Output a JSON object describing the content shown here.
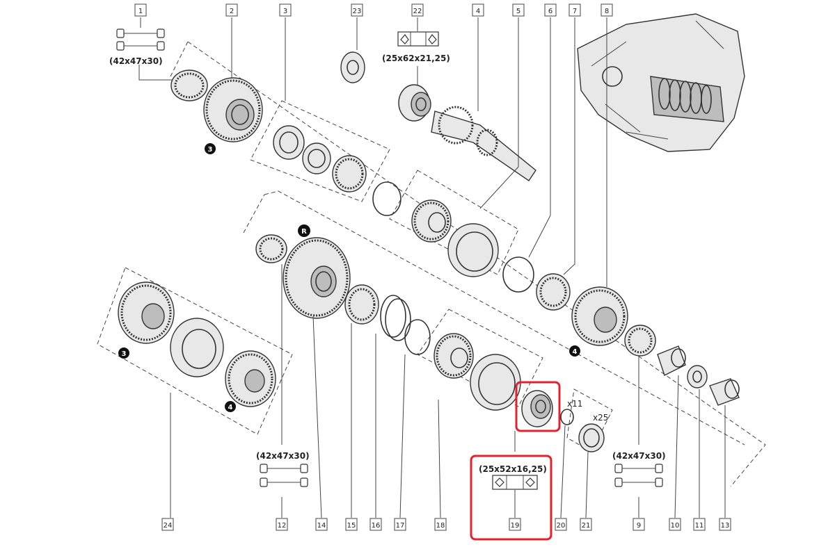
{
  "callouts": [
    {
      "id": "c1",
      "label": "1"
    },
    {
      "id": "c2",
      "label": "2"
    },
    {
      "id": "c3",
      "label": "3"
    },
    {
      "id": "c23",
      "label": "23"
    },
    {
      "id": "c22",
      "label": "22"
    },
    {
      "id": "c4",
      "label": "4"
    },
    {
      "id": "c5",
      "label": "5"
    },
    {
      "id": "c6",
      "label": "6"
    },
    {
      "id": "c7",
      "label": "7"
    },
    {
      "id": "c8",
      "label": "8"
    },
    {
      "id": "c24",
      "label": "24"
    },
    {
      "id": "c12",
      "label": "12"
    },
    {
      "id": "c14",
      "label": "14"
    },
    {
      "id": "c15",
      "label": "15"
    },
    {
      "id": "c16",
      "label": "16"
    },
    {
      "id": "c17",
      "label": "17"
    },
    {
      "id": "c18",
      "label": "18"
    },
    {
      "id": "c19",
      "label": "19"
    },
    {
      "id": "c20",
      "label": "20"
    },
    {
      "id": "c21",
      "label": "21"
    },
    {
      "id": "c9",
      "label": "9"
    },
    {
      "id": "c10",
      "label": "10"
    },
    {
      "id": "c11",
      "label": "11"
    },
    {
      "id": "c13",
      "label": "13"
    }
  ],
  "dimensions": {
    "needle_bearing_top": "(42x47x30)",
    "bearing_22": "(25x62x21,25)",
    "needle_bearing_12": "(42x47x30)",
    "bearing_19": "(25x52x16,25)",
    "needle_bearing_9": "(42x47x30)"
  },
  "quantities": {
    "q20": "x11",
    "q21": "x25"
  },
  "gear_badges": {
    "g3_top": "3",
    "g3_left": "3",
    "g4_left": "4",
    "g4_right": "4",
    "reverse": "R"
  },
  "icons": {
    "needle_bearing": "needle-bearing-icon",
    "ball_bearing": "ball-bearing-icon"
  },
  "colors": {
    "highlight": "#e0242f"
  }
}
